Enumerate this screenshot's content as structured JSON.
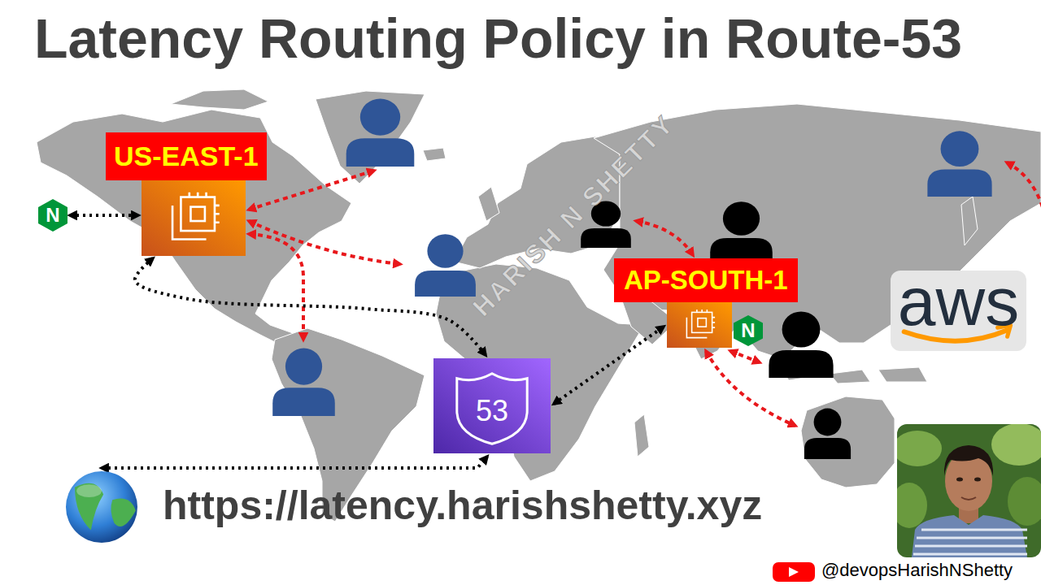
{
  "diagram": {
    "title": "Latency Routing Policy in Route-53",
    "nodes": [
      {
        "text": [
          "US-EAST-1"
        ]
      },
      {
        "text": [
          "N"
        ]
      },
      {
        "text": [
          "AP-SOUTH-1"
        ]
      },
      {
        "text": [
          "aws"
        ]
      },
      {
        "text": [
          "N"
        ]
      },
      {
        "text": [
          "53"
        ]
      },
      {
        "text": [
          "https://latency.harishshetty.xyz"
        ]
      }
    ],
    "edges": [
      {
        "from": 1,
        "to": 0,
        "arrow": "both"
      },
      {
        "from": 0,
        "to": 5,
        "arrow": "both"
      },
      {
        "from": 5,
        "to": 2,
        "arrow": "both"
      },
      {
        "from": 6,
        "to": 5,
        "arrow": "both"
      }
    ],
    "labels": [
      "HARISH N SHETTY",
      "@devopsHarishNShetty"
    ]
  }
}
